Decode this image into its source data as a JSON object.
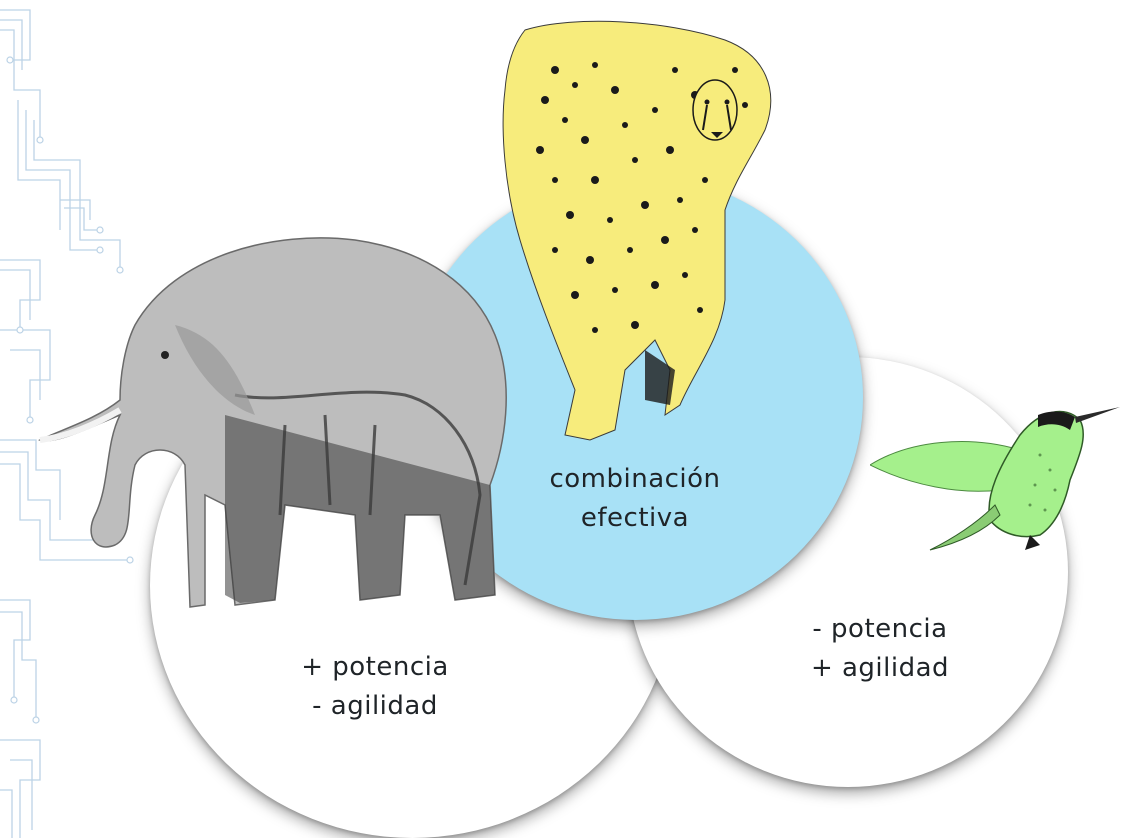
{
  "center": {
    "line1": "combinación",
    "line2": "efectiva"
  },
  "left": {
    "line1": "+ potencia",
    "line2": "- agilidad"
  },
  "right": {
    "line1": "- potencia",
    "line2": "+ agilidad"
  },
  "colors": {
    "center_circle": "#a8e1f6",
    "side_circles": "#ffffff",
    "cheetah": "#f7ec7c",
    "hummingbird": "#a5f08c",
    "elephant": "#bdbdbd",
    "circuit": "#bcd3e6"
  },
  "icons": [
    "circuit-pattern",
    "elephant-image",
    "cheetah-image",
    "hummingbird-image"
  ]
}
